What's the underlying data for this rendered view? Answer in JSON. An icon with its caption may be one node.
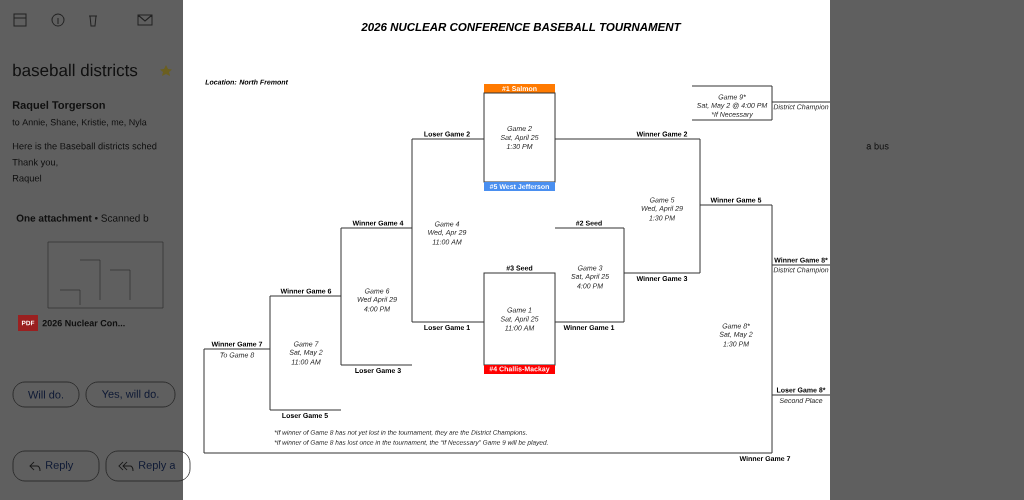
{
  "diagram": {
    "title": "2026 NUCLEAR CONFERENCE BASEBALL TOURNAMENT",
    "nodes": [
      {
        "text": [
          "#1 Salmon",
          "Game 2",
          "Sat, April 25",
          "1:30 PM",
          "#5 West Jefferson"
        ]
      },
      {
        "text": [
          "Game 1",
          "Sat, April 25",
          "11:00 AM",
          "#4 Challis-Mackay"
        ],
        "beside": [
          "#3 Seed"
        ]
      }
    ],
    "labels": [
      "baseball districts",
      "Raquel Torgerson",
      "to Annie, Shane, Kristie, me, Nyla",
      "Here is the Baseball districts sched",
      "a bus",
      "Thank you,",
      "Raquel",
      "**One attachment** • Scanned b",
      "PDF",
      "2026 Nuclear Con...",
      "Will do.",
      "Yes, will do.",
      "Reply",
      "Reply a",
      "Location: North Fremont",
      "Game 9*",
      "Sat, May 2 @ 4:00 PM",
      "District Champion",
      "*If Necessary",
      "Loser Game 2",
      "Winner Game 2",
      "Game 5",
      "Winner Game 5",
      "Wed, April 29",
      "1:30 PM",
      "Winner Game 4",
      "Game 4",
      "#2 Seed",
      "Wed, Apr 29",
      "11:00 AM",
      "Winner Game 8*",
      "Game 3",
      "District Champion",
      "Sat, April 25",
      "Winner Game 3",
      "4:00 PM",
      "Winner Game 6",
      "Game 6",
      "Wed April 29",
      "4:00 PM",
      "Loser Game 1",
      "Winner Game 1",
      "Game 8*",
      "Sat, May 2",
      "Winner Game 7",
      "Game 7",
      "1:30 PM",
      "To Game 8",
      "Sat, May 2",
      "11:00 AM",
      "Loser Game 3",
      "Loser Game 8*",
      "Second Place",
      "Loser Game 5",
      "*If winner of Game 8 has not yet lost in the tournament, they are the District Champions.",
      "*If winner of Game 8 has lost once in the tournament, the “If Necessary” Game 9 will be played.",
      "Winner Game 7"
    ]
  }
}
